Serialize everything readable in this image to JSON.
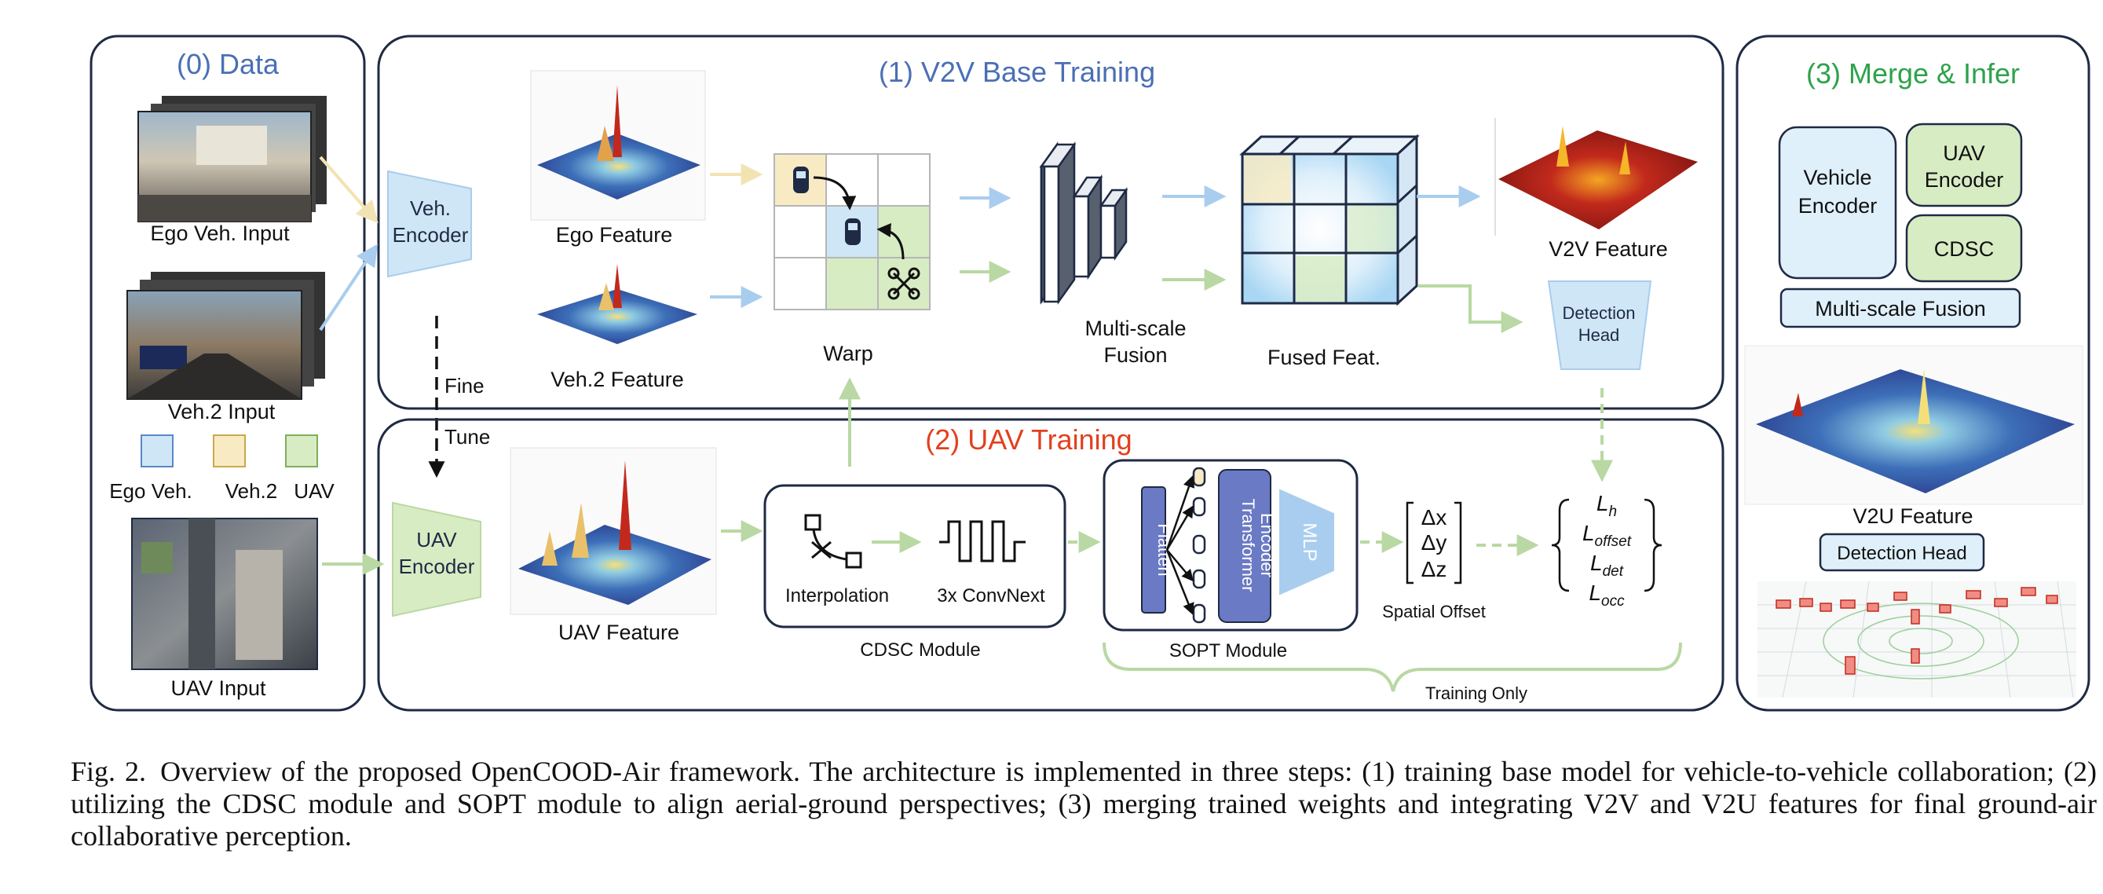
{
  "panels": {
    "data": {
      "title": "(0) Data",
      "ego_input": "Ego Veh. Input",
      "veh2_input": "Veh.2 Input",
      "uav_input": "UAV Input",
      "legend": [
        {
          "label": "Ego Veh.",
          "color": "#cfe6f7"
        },
        {
          "label": "Veh.2",
          "color": "#f8ebc4"
        },
        {
          "label": "UAV",
          "color": "#d8ecc4"
        }
      ]
    },
    "v2v": {
      "title": "(1) V2V Base Training",
      "veh_encoder": [
        "Veh.",
        "Encoder"
      ],
      "ego_feature": "Ego Feature",
      "veh2_feature": "Veh.2 Feature",
      "warp": "Warp",
      "fusion": [
        "Multi-scale",
        "Fusion"
      ],
      "fused_feat": "Fused Feat.",
      "v2v_feature": "V2V Feature",
      "detection_head": [
        "Detection",
        "Head"
      ],
      "fine": "Fine",
      "tune": "Tune"
    },
    "uav": {
      "title": "(2) UAV Training",
      "uav_encoder": [
        "UAV",
        "Encoder"
      ],
      "uav_feature": "UAV Feature",
      "interpolation": "Interpolation",
      "convnext": "3x ConvNext",
      "cdsc": "CDSC Module",
      "flatten": "Flatten",
      "transformer": [
        "Transformer",
        "Encoder"
      ],
      "mlp": "MLP",
      "sopt": "SOPT Module",
      "offset": [
        "Δx",
        "Δy",
        "Δz"
      ],
      "spatial_offset": "Spatial Offset",
      "losses": [
        {
          "main": "L",
          "sub": "h"
        },
        {
          "main": "L",
          "sub": "offset"
        },
        {
          "main": "L",
          "sub": "det"
        },
        {
          "main": "L",
          "sub": "occ"
        }
      ],
      "training_only": "Training Only"
    },
    "merge": {
      "title": "(3) Merge & Infer",
      "vehicle_encoder": [
        "Vehicle",
        "Encoder"
      ],
      "uav_encoder": [
        "UAV",
        "Encoder"
      ],
      "cdsc": "CDSC",
      "msf": "Multi-scale Fusion",
      "v2u_feature": "V2U Feature",
      "detection_head": "Detection Head"
    }
  },
  "colors": {
    "panel_border": "#1f2a44",
    "title_blue": "#4a6fb5",
    "title_red": "#e2401d",
    "title_green": "#2ea24c",
    "arrow_blue": "#a9cdee",
    "arrow_green": "#b9d8a3",
    "arrow_yellow": "#f2e3b2"
  },
  "caption": {
    "label": "Fig. 2.",
    "text": "Overview of the proposed OpenCOOD-Air framework. The architecture is implemented in three steps: (1) training base model for vehicle-to-vehicle collaboration; (2) utilizing the CDSC module and SOPT module to align aerial-ground perspectives; (3) merging trained weights and integrating V2V and V2U features for final ground-air collaborative perception."
  }
}
